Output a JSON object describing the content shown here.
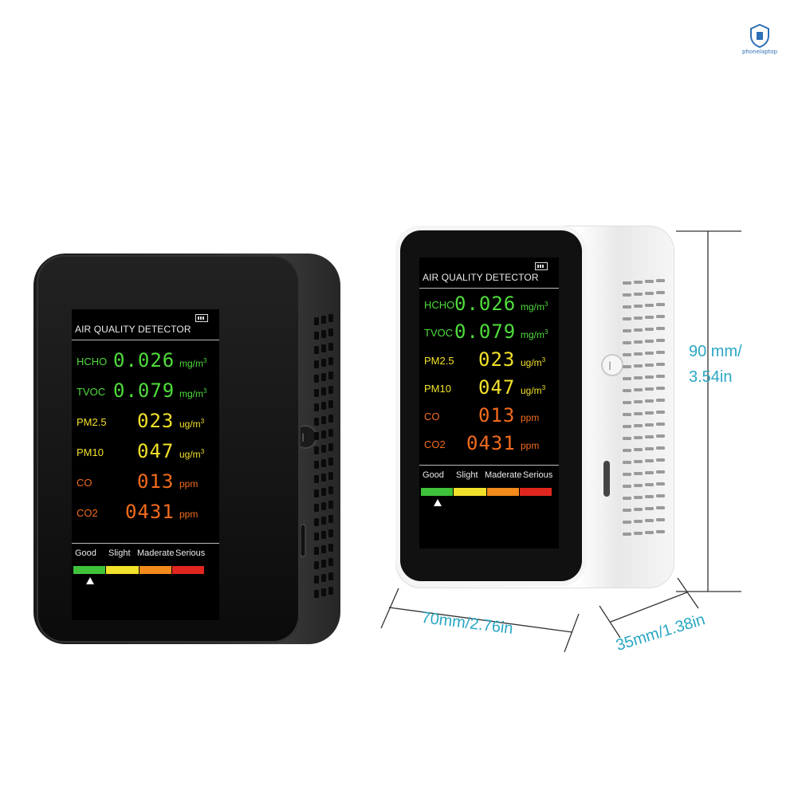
{
  "watermark": {
    "text": "phonelaptop",
    "icon": "shield-logo-icon"
  },
  "detector": {
    "title": "AIR QUALITY DETECTOR",
    "battery_icon": "battery-icon",
    "readings": [
      {
        "label": "HCHO",
        "value": "0.026",
        "unit": "mg/m",
        "unit_sup": "3",
        "color": "#4fdc3b"
      },
      {
        "label": "TVOC",
        "value": "0.079",
        "unit": "mg/m",
        "unit_sup": "3",
        "color": "#4fdc3b"
      },
      {
        "label": "PM2.5",
        "value": "023",
        "unit": "ug/m",
        "unit_sup": "3",
        "color": "#f2e12a"
      },
      {
        "label": "PM10",
        "value": "047",
        "unit": "ug/m",
        "unit_sup": "3",
        "color": "#f2e12a"
      },
      {
        "label": "CO",
        "value": "013",
        "unit": "ppm",
        "unit_sup": "",
        "color": "#f26b1c"
      },
      {
        "label": "CO2",
        "value": "0431",
        "unit": "ppm",
        "unit_sup": "",
        "color": "#f26b1c"
      }
    ],
    "scale": [
      {
        "name": "Good",
        "color": "#3fc23a"
      },
      {
        "name": "Slight",
        "color": "#f2e12a"
      },
      {
        "name": "Maderate",
        "color": "#f28a1c"
      },
      {
        "name": "Serious",
        "color": "#e0261f"
      }
    ]
  },
  "dimensions": {
    "height": "90 mm/",
    "height_in": "3.54in",
    "width": "70mm/2.76in",
    "depth": "35mm/1.38in"
  },
  "colors": {
    "dimension": "#2aa7c4"
  }
}
